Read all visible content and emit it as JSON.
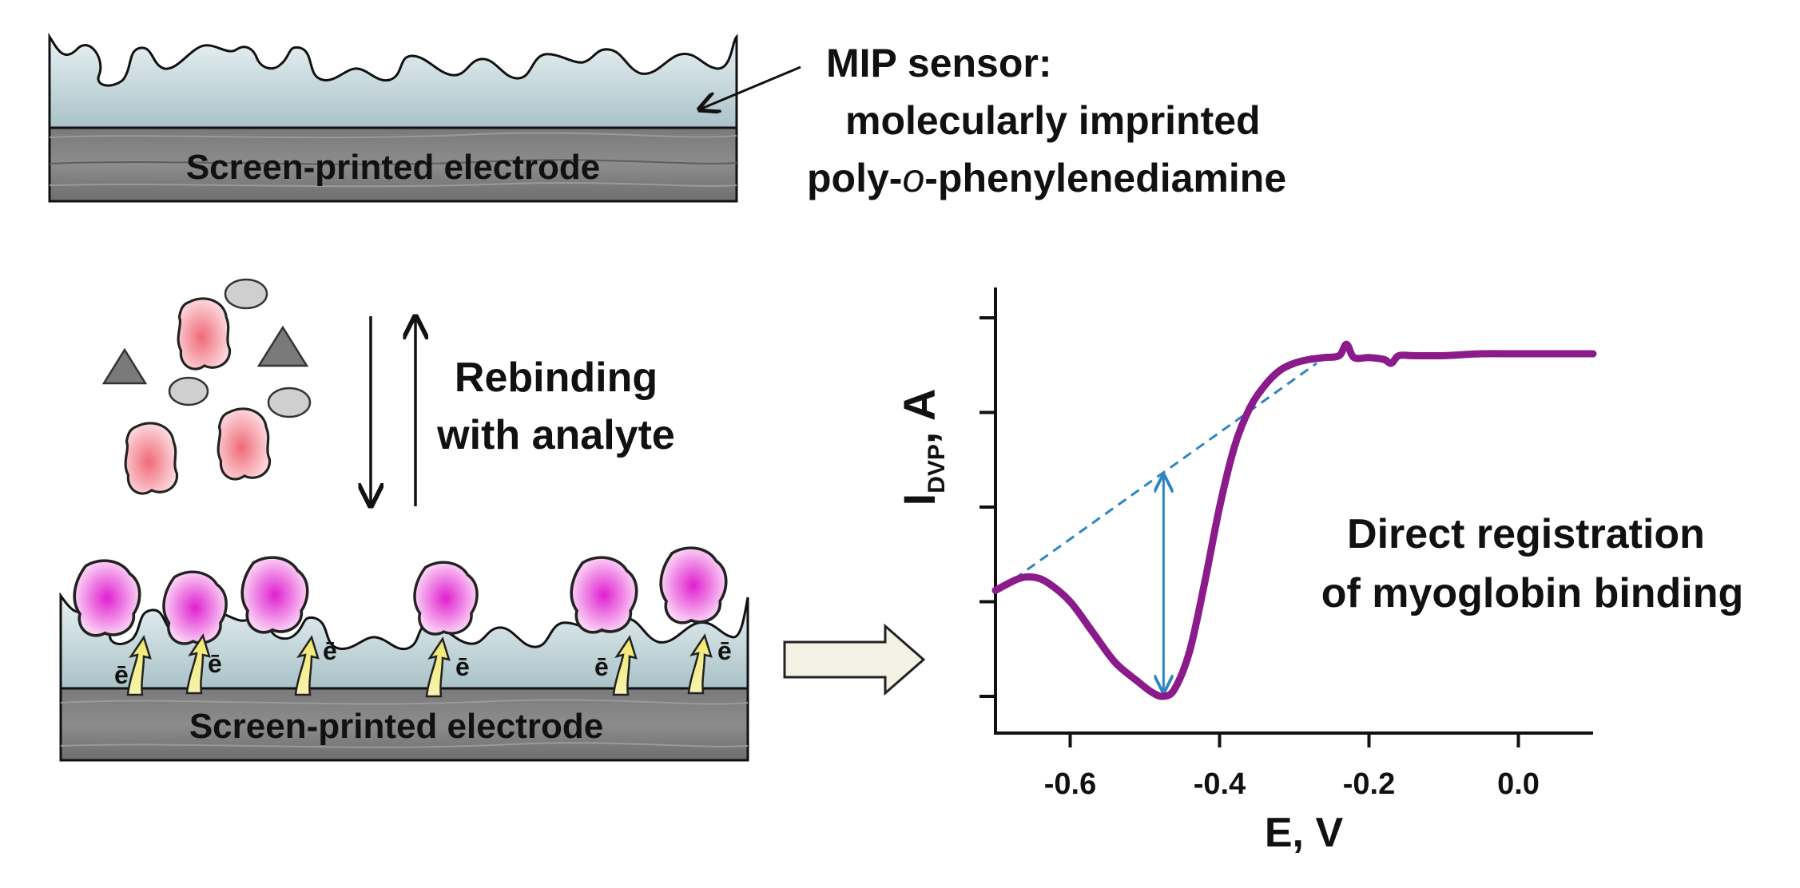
{
  "top_panel": {
    "electrode_label": "Screen-printed electrode",
    "mip_title": "MIP sensor:",
    "mip_line2": "molecularly imprinted",
    "mip_line3_prefix": "poly-",
    "mip_line3_italic": "o",
    "mip_line3_suffix": "-phenylenediamine"
  },
  "middle_panel": {
    "rebinding_line1": "Rebinding",
    "rebinding_line2": "with analyte"
  },
  "bottom_panel": {
    "electrode_label": "Screen-printed electrode",
    "electron_label": "ē"
  },
  "annotation": {
    "line1": "Direct registration",
    "line2": "of myoglobin binding"
  },
  "colors": {
    "curve": "#8b1a8b",
    "baseline": "#2e86c1",
    "arrow": "#2e86c1",
    "protein": "#e0e0ff",
    "electrode": "#666666"
  },
  "chart_data": {
    "type": "line",
    "xlabel": "E, V",
    "ylabel_main": "I",
    "ylabel_sub": "DVP",
    "ylabel_suffix": ", A",
    "x_ticks": [
      "-0.6",
      "-0.4",
      "-0.2",
      "0.0"
    ],
    "x_tick_values": [
      -0.6,
      -0.4,
      -0.2,
      0.0
    ],
    "xlim": [
      -0.7,
      0.1
    ],
    "ylim": [
      0,
      1
    ],
    "y_ticks_count": 5,
    "y_tick_labels_shown": false,
    "series": [
      {
        "x": [
          -0.7,
          -0.67,
          -0.65,
          -0.63,
          -0.6,
          -0.57,
          -0.54,
          -0.51,
          -0.49,
          -0.475,
          -0.46,
          -0.44,
          -0.42,
          -0.4,
          -0.38,
          -0.36,
          -0.34,
          -0.32,
          -0.3,
          -0.28,
          -0.26,
          -0.24,
          -0.23,
          -0.22,
          -0.2,
          -0.18,
          -0.17,
          -0.16,
          -0.14,
          -0.1,
          -0.05,
          0.0,
          0.05,
          0.1
        ],
        "y": [
          0.28,
          0.31,
          0.315,
          0.3,
          0.25,
          0.17,
          0.09,
          0.04,
          0.01,
          0.0,
          0.02,
          0.12,
          0.3,
          0.5,
          0.66,
          0.76,
          0.82,
          0.86,
          0.88,
          0.89,
          0.895,
          0.9,
          0.93,
          0.895,
          0.895,
          0.89,
          0.88,
          0.9,
          0.9,
          0.9,
          0.905,
          0.905,
          0.905,
          0.905
        ]
      }
    ],
    "baseline_from": [
      -0.675,
      0.31
    ],
    "baseline_to": [
      -0.27,
      0.88
    ],
    "peak_arrow_x": -0.475
  }
}
